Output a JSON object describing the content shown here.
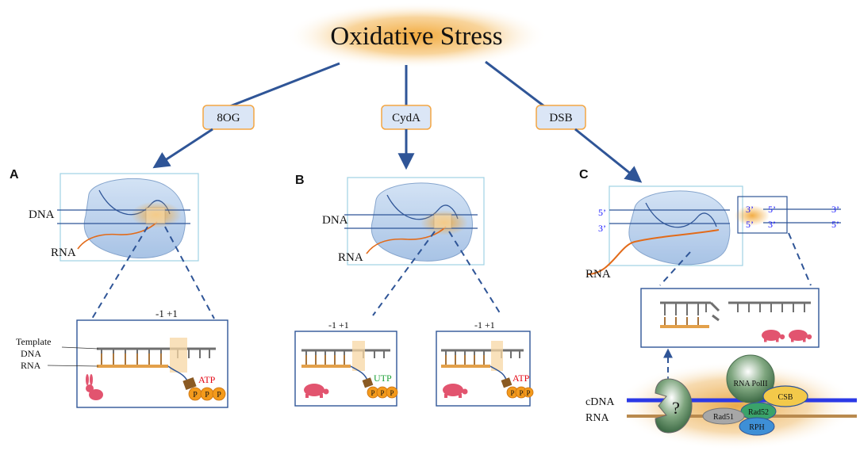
{
  "title": "Oxidative Stress",
  "lesions": {
    "a": "8OG",
    "b": "CydA",
    "c": "DSB"
  },
  "panels": {
    "a": {
      "letter": "A",
      "dna": "DNA",
      "rna": "RNA",
      "positions": "-1 +1",
      "template": "Template",
      "template_dna": "DNA",
      "template_rna": "RNA",
      "ntp": "ATP",
      "phosphates": [
        "P",
        "P",
        "P"
      ]
    },
    "b": {
      "letter": "B",
      "dna": "DNA",
      "rna": "RNA",
      "left_positions": "-1 +1",
      "left_ntp": "UTP",
      "right_positions": "-1 +1",
      "right_ntp": "ATP",
      "phosphates": [
        "P",
        "P",
        "P"
      ]
    },
    "c": {
      "letter": "C",
      "rna": "RNA",
      "left_5": "5’",
      "left_3": "3’",
      "break_3_top": "3’",
      "break_5_top": "5’",
      "break_5_bottom": "5’",
      "break_3_bottom": "3’",
      "end_3": "3’",
      "end_5": "5’",
      "cdna": "cDNA",
      "rna_bottom": "RNA",
      "question": "?",
      "proteins": {
        "pol": "RNA PolII",
        "csb": "CSB",
        "rad52": "Rad52",
        "rad51": "Rad51",
        "rph": "RPH"
      }
    }
  },
  "colors": {
    "arrow": "#2f5597",
    "box": "#2f5597",
    "lesion_fill": "#dbe6f6",
    "lesion_border": "#f3a643",
    "polymerase": "#bcd3ee",
    "rna_strand": "#e26b1a",
    "atp": "#e30613",
    "utp": "#1fa23a",
    "phosphate": "#f39a1c",
    "turtle": "#e2546f",
    "glow": "#f2b13c"
  }
}
